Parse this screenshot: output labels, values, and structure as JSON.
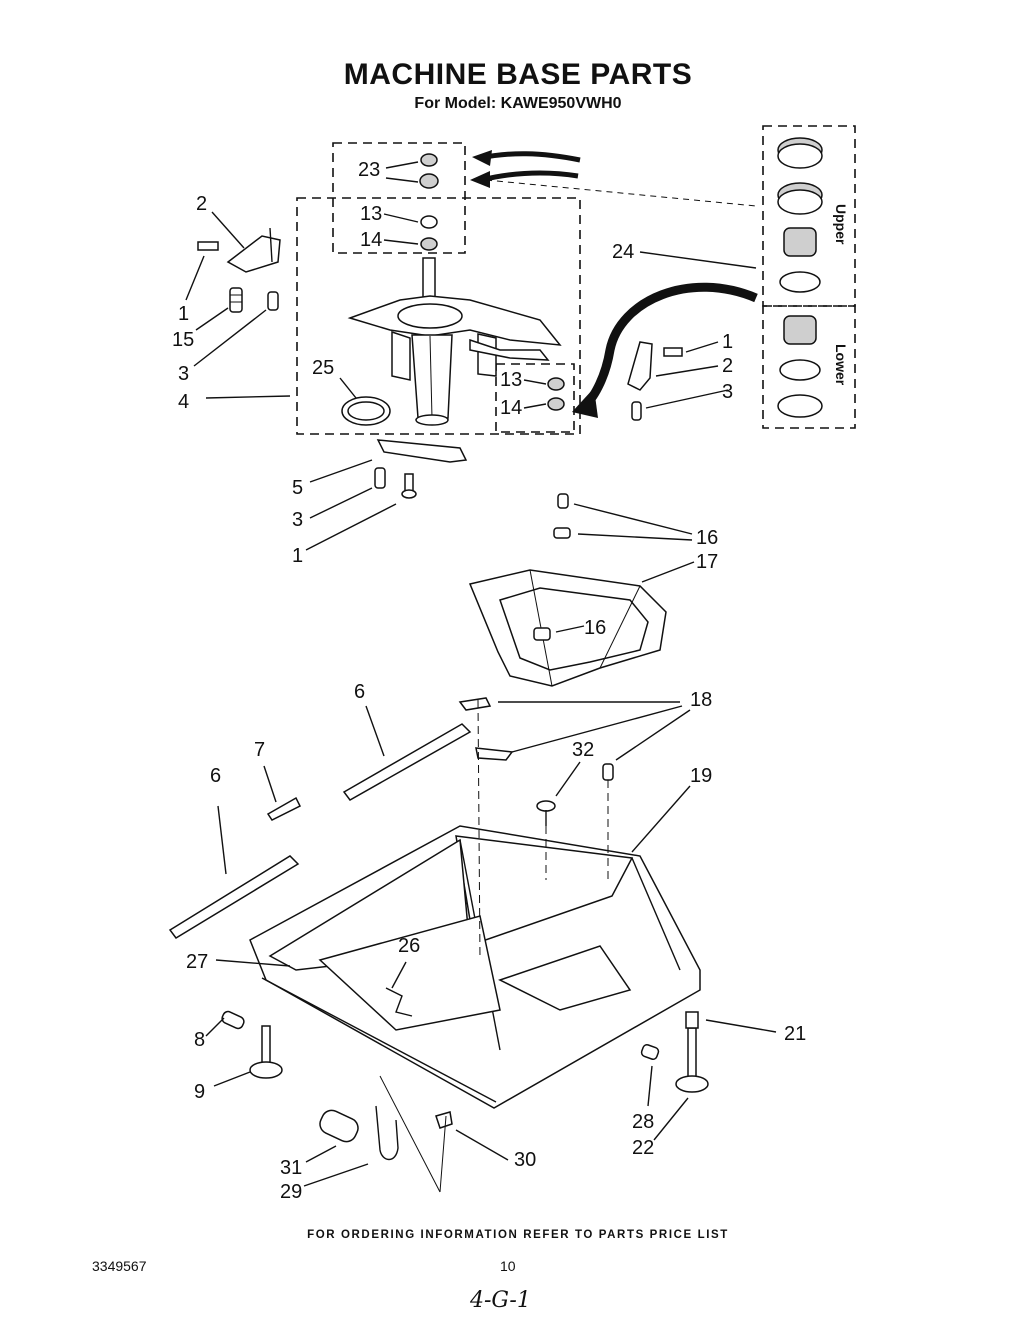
{
  "header": {
    "title": "MACHINE BASE PARTS",
    "subtitle": "For Model: KAWE950VWH0"
  },
  "insets": {
    "upper_label": "Upper",
    "lower_label": "Lower"
  },
  "callouts": [
    {
      "id": "c23",
      "text": "23"
    },
    {
      "id": "c13a",
      "text": "13"
    },
    {
      "id": "c14a",
      "text": "14"
    },
    {
      "id": "c2a",
      "text": "2"
    },
    {
      "id": "c1a",
      "text": "1"
    },
    {
      "id": "c15",
      "text": "15"
    },
    {
      "id": "c3a",
      "text": "3"
    },
    {
      "id": "c4",
      "text": "4"
    },
    {
      "id": "c25",
      "text": "25"
    },
    {
      "id": "c13b",
      "text": "13"
    },
    {
      "id": "c14b",
      "text": "14"
    },
    {
      "id": "c24",
      "text": "24"
    },
    {
      "id": "c1b",
      "text": "1"
    },
    {
      "id": "c2b",
      "text": "2"
    },
    {
      "id": "c3b",
      "text": "3"
    },
    {
      "id": "c5",
      "text": "5"
    },
    {
      "id": "c3c",
      "text": "3"
    },
    {
      "id": "c1c",
      "text": "1"
    },
    {
      "id": "c16a",
      "text": "16"
    },
    {
      "id": "c17",
      "text": "17"
    },
    {
      "id": "c16b",
      "text": "16"
    },
    {
      "id": "c6a",
      "text": "6"
    },
    {
      "id": "c18",
      "text": "18"
    },
    {
      "id": "c7",
      "text": "7"
    },
    {
      "id": "c32",
      "text": "32"
    },
    {
      "id": "c6b",
      "text": "6"
    },
    {
      "id": "c19",
      "text": "19"
    },
    {
      "id": "c27",
      "text": "27"
    },
    {
      "id": "c26",
      "text": "26"
    },
    {
      "id": "c21",
      "text": "21"
    },
    {
      "id": "c8",
      "text": "8"
    },
    {
      "id": "c9",
      "text": "9"
    },
    {
      "id": "c28",
      "text": "28"
    },
    {
      "id": "c22",
      "text": "22"
    },
    {
      "id": "c30",
      "text": "30"
    },
    {
      "id": "c31",
      "text": "31"
    },
    {
      "id": "c29",
      "text": "29"
    }
  ],
  "footer": {
    "ordering_note": "FOR ORDERING INFORMATION REFER TO PARTS PRICE LIST",
    "document_number": "3349567",
    "page_number": "10",
    "handwritten_note": "4-G-1"
  }
}
